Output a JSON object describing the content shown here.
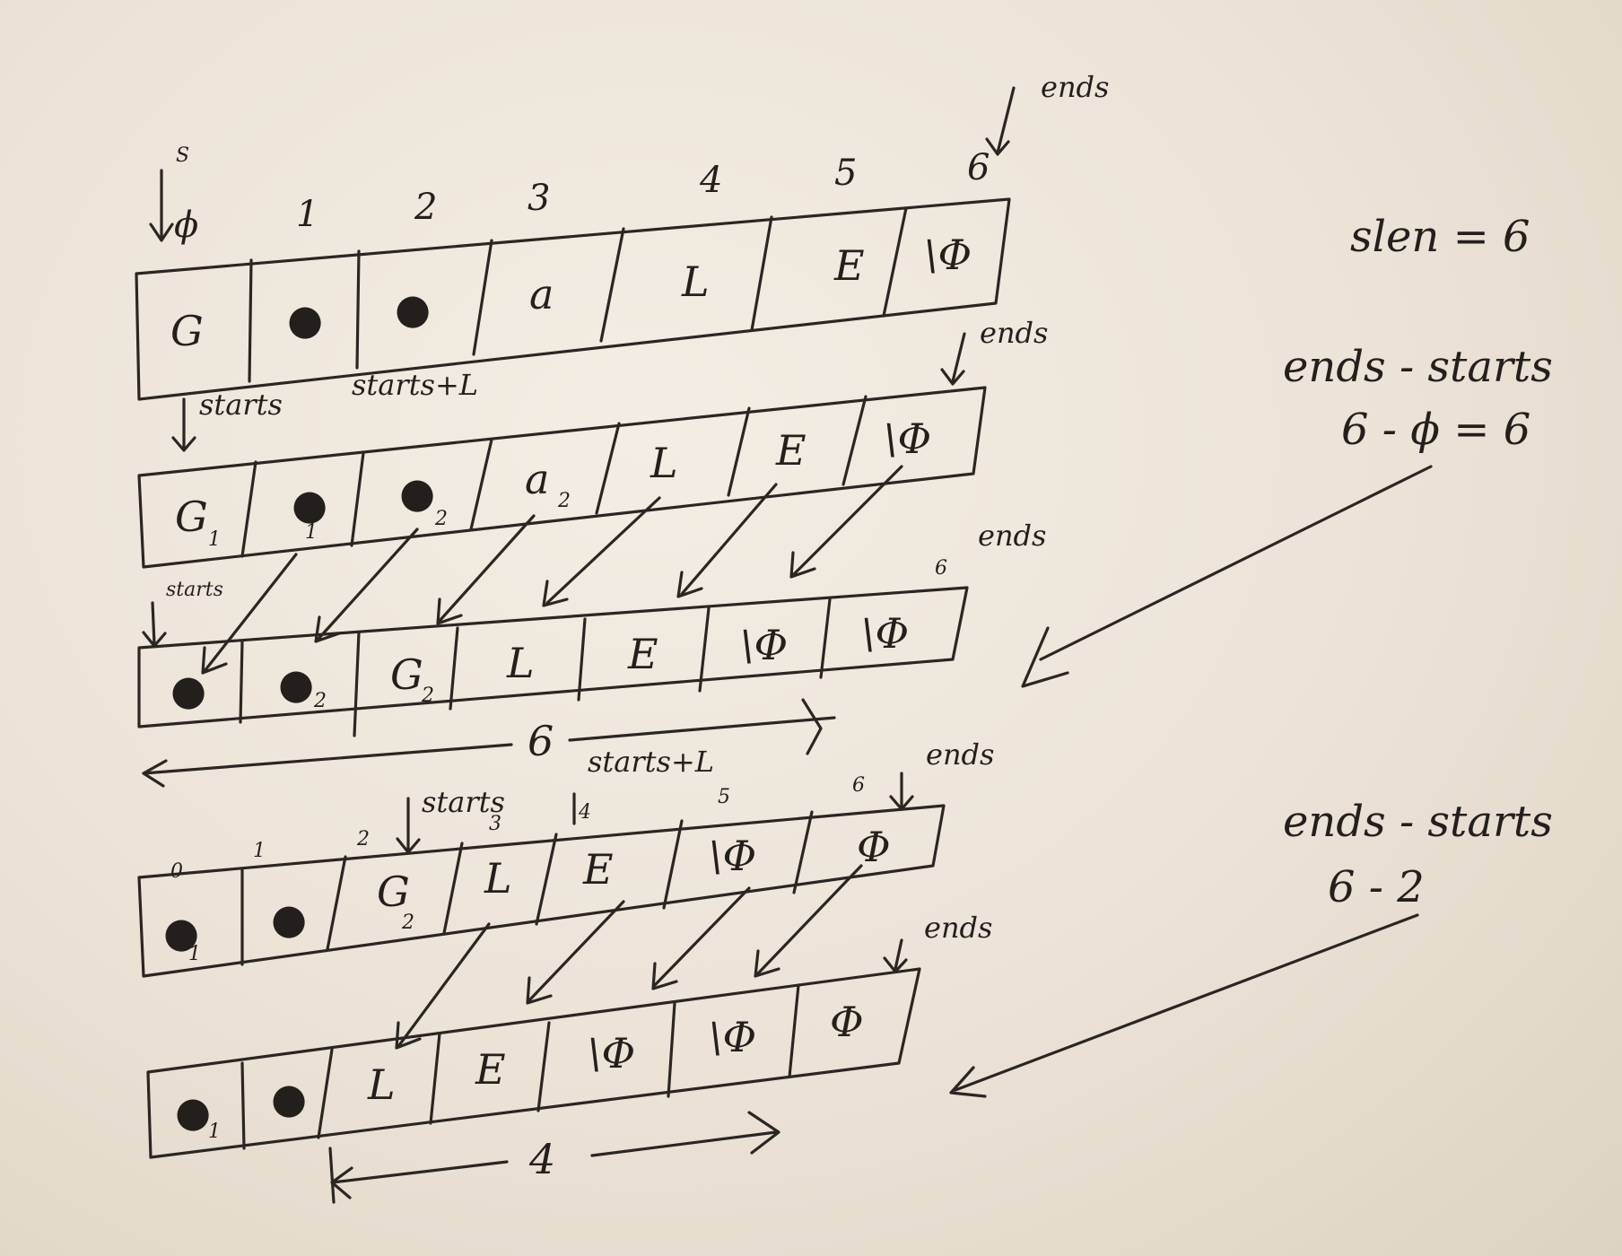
{
  "arrays": [
    {
      "name": "row-1",
      "cells": [
        "G",
        "●",
        "●",
        "a",
        "L",
        "E",
        "\\Φ"
      ],
      "indices": [
        "ϕ",
        "1",
        "2",
        "3",
        "4",
        "5",
        "6"
      ],
      "labels": {
        "top_left": "S",
        "ends": "ends"
      }
    },
    {
      "name": "row-2",
      "cells": [
        "G",
        "●",
        "●",
        "a",
        "L",
        "E",
        "\\Φ"
      ],
      "subscripts": [
        "1",
        "1",
        "2",
        "2",
        "",
        "",
        ""
      ],
      "labels": {
        "starts": "starts",
        "starts_plus": "starts+L",
        "ends": "ends"
      }
    },
    {
      "name": "row-3",
      "cells": [
        "●",
        "●",
        "G",
        "L",
        "E",
        "\\Φ",
        "\\Φ"
      ],
      "subscripts": [
        "",
        "2",
        "2",
        "",
        "",
        "",
        ""
      ],
      "labels": {
        "starts": "starts",
        "ends_index": "6",
        "ends": "ends",
        "span": "6"
      }
    },
    {
      "name": "row-4",
      "cells": [
        "●",
        "●",
        "G",
        "L",
        "E",
        "\\Φ",
        "Φ"
      ],
      "subscripts": [
        "1",
        "",
        "2",
        "",
        "",
        "",
        ""
      ],
      "indices": [
        "0",
        "1",
        "2",
        "3",
        "4",
        "5",
        "6"
      ],
      "labels": {
        "starts": "starts",
        "starts_plus": "starts+L",
        "ends": "ends"
      }
    },
    {
      "name": "row-5",
      "cells": [
        "●",
        "●",
        "L",
        "E",
        "\\Φ",
        "\\Φ",
        "Φ"
      ],
      "subscripts": [
        "1",
        "",
        "",
        "",
        "",
        "",
        ""
      ],
      "labels": {
        "ends": "ends",
        "span": "4"
      }
    }
  ],
  "notes": {
    "slen": "slen = 6",
    "calc1_line1": "ends - starts",
    "calc1_line2": "6 - ϕ = 6",
    "calc2_line1": "ends - starts",
    "calc2_line2": "6 - 2"
  },
  "colors": {
    "ink": "#2a2622",
    "paper": "#efe8dc"
  }
}
